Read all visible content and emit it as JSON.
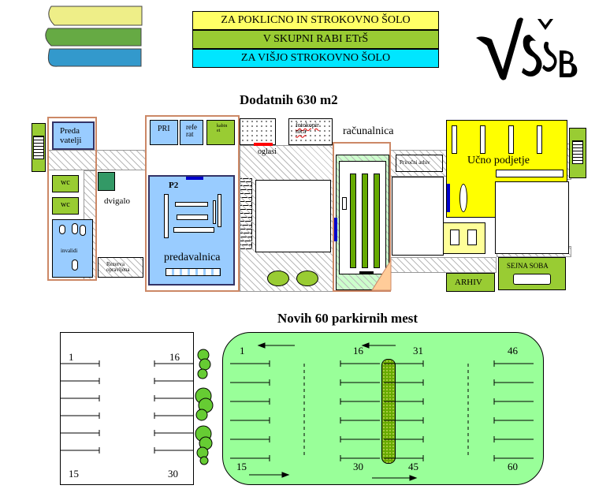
{
  "colors": {
    "yellow": "#ffff66",
    "green": "#99cc33",
    "cyan": "#00e6ff",
    "blue_room": "#99ccff",
    "learn_yellow": "#ffff00",
    "parking_green": "#99ff99",
    "strip_green": "#66aa00",
    "light_room": "#ccffcc",
    "teal_room": "#339966"
  },
  "legend": [
    {
      "label": "ZA POKLICNO IN STROKOVNO ŠOLO",
      "color": "#ffff66"
    },
    {
      "label": "V SKUPNI RABI  ETrŠ",
      "color": "#99cc33"
    },
    {
      "label": "ZA VIŠJO  STROKOVNO ŠOLO",
      "color": "#00e6ff"
    }
  ],
  "logo_right_text": "VSŠB",
  "headings": {
    "floor": "Dodatnih 630 m2",
    "parking": "Novih  60 parkirnih mest"
  },
  "rooms": {
    "predavatelji": "Preda\nvatelji",
    "wc1": "wc",
    "wc2": "wc",
    "invalidi": "invalidi",
    "rezerva": "Rezerva\nopravljena",
    "dvigalo": "dvigalo",
    "pri": "PRI",
    "referat": "refe\nrat",
    "kabinet": "kabin\net",
    "p2": "P2",
    "predavalnica": "predavalnica",
    "oglasi": "oglasi",
    "fotokopirnica": "fotokopir\nnica",
    "racunalnica": "računalnica",
    "prirocni_arhiv": "Priročni arhiv",
    "ucno_podjetje": "Učno podjetje",
    "arhiv": "ARHIV",
    "sejna_soba": "SEJNA SOBA"
  },
  "parking_left": {
    "tl": "1",
    "tr": "16",
    "bl": "15",
    "br": "30"
  },
  "parking_right": {
    "top": [
      "1",
      "16",
      "31",
      "46"
    ],
    "bottom": [
      "15",
      "30",
      "45",
      "60"
    ]
  }
}
